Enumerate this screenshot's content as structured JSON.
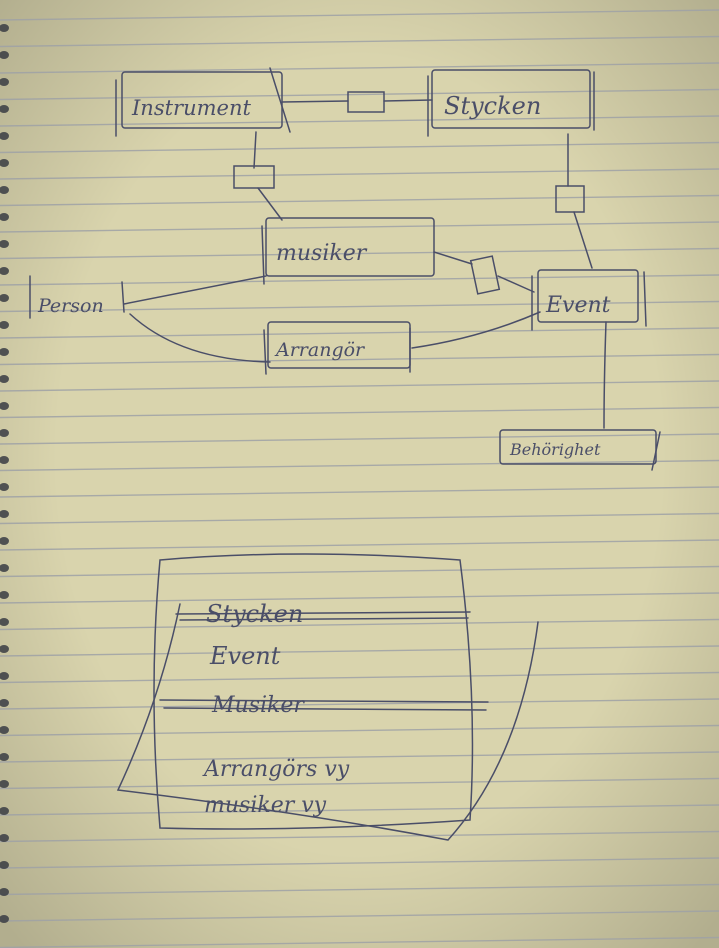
{
  "paper": {
    "color": "#d9d4ad",
    "line_color": "#9fa2a6",
    "pencil_color": "#4a4e68"
  },
  "entities": {
    "instrument": "Instrument",
    "stycken": "Stycken",
    "musiker": "musiker",
    "person": "Person",
    "event": "Event",
    "arrangor": "Arrangör",
    "behorighet": "Behörighet"
  },
  "notes": {
    "stycken_struck": "Stycken",
    "event": "Event",
    "musiker_struck": "Musiker",
    "line1": "Arrangörs vy",
    "line2": "musiker vy"
  }
}
